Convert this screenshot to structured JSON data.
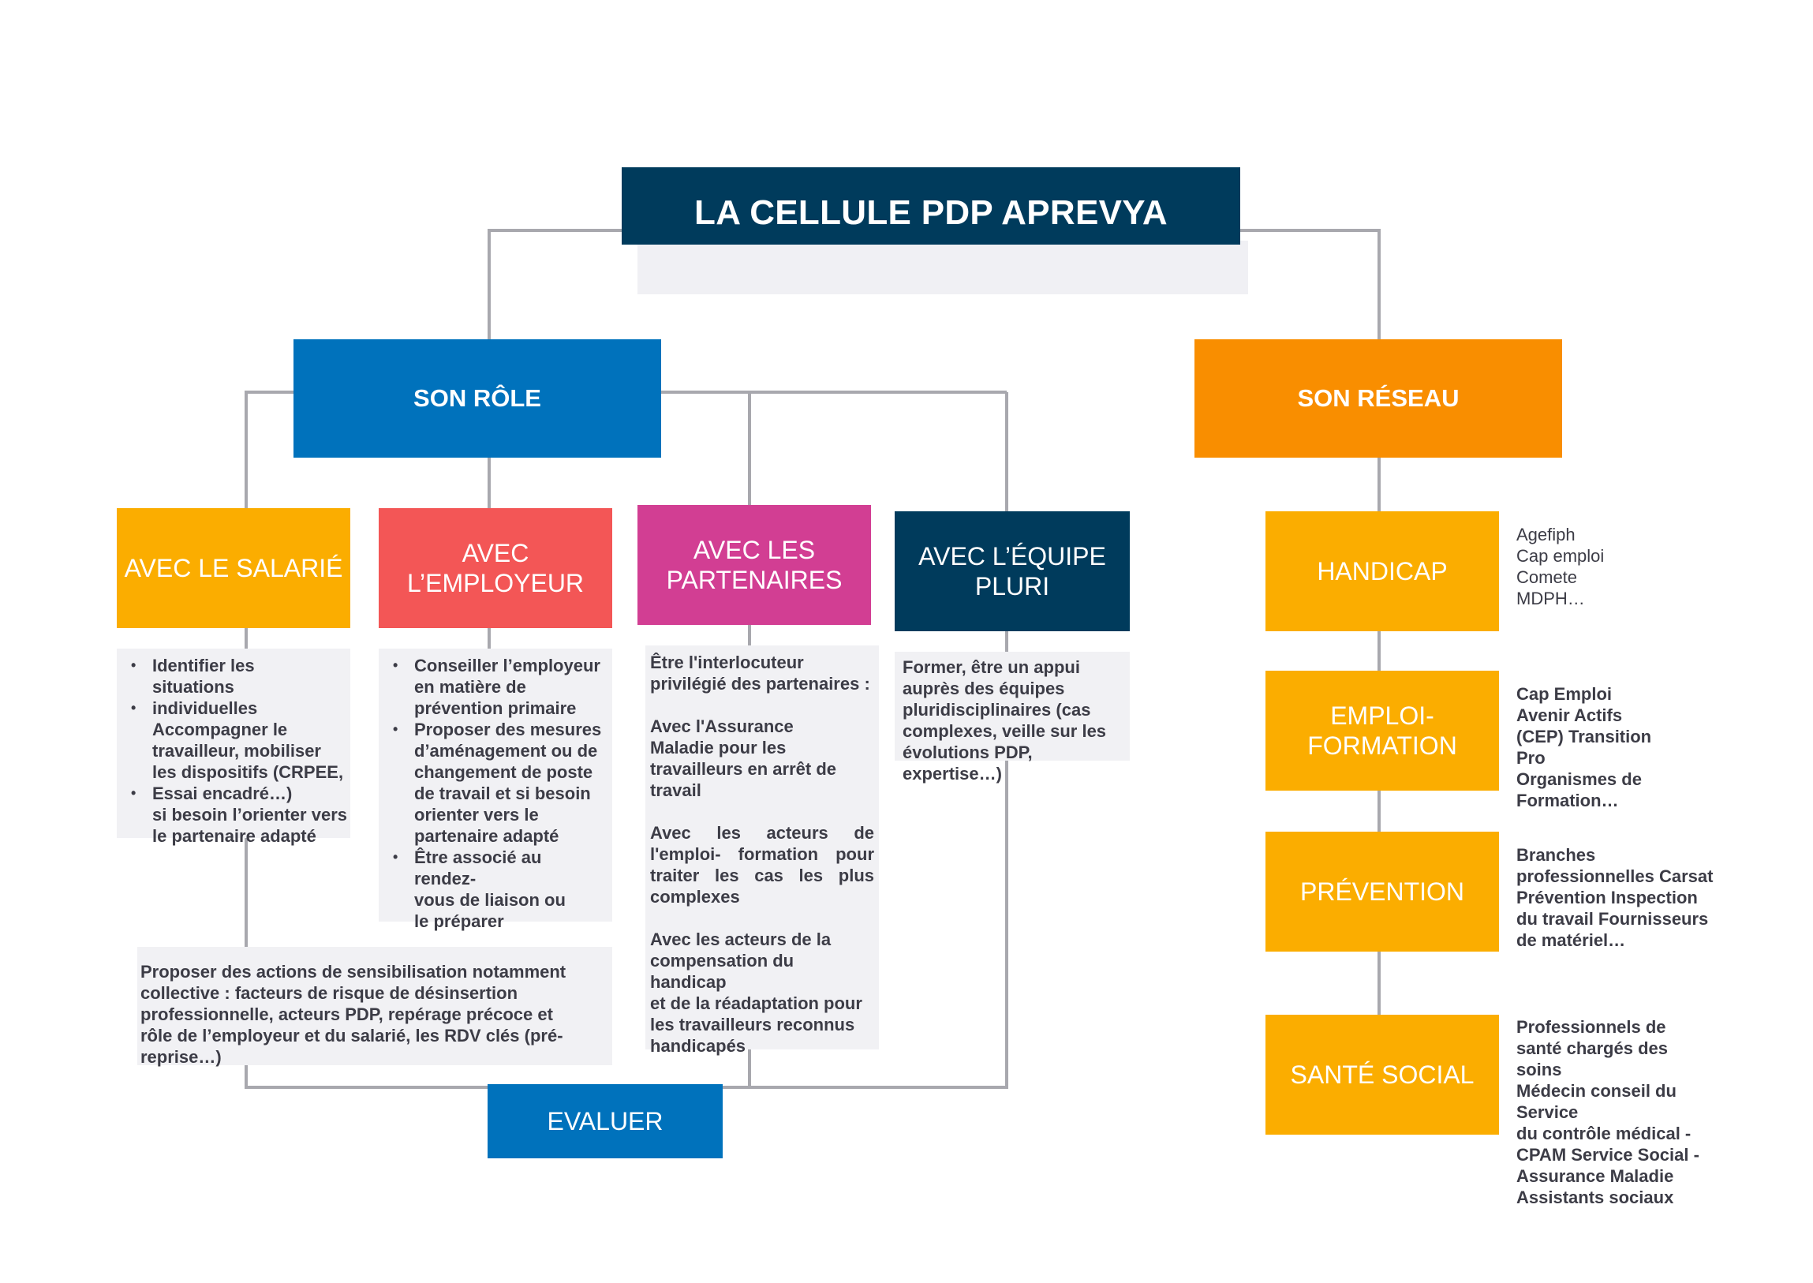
{
  "title": "LA CELLULE PDP APREVYA",
  "role": {
    "label": "SON RÔLE",
    "categories": [
      {
        "label_lines": [
          "AVEC LE SALARIÉ"
        ],
        "items": [
          [
            "Identifier les",
            "situations"
          ],
          [
            "individuelles",
            "Accompagner le",
            "travailleur, mobiliser",
            "les dispositifs (CRPEE,"
          ],
          [
            "Essai encadré…)",
            "si besoin l’orienter vers",
            "le partenaire adapté"
          ]
        ]
      },
      {
        "label_lines": [
          "AVEC",
          "L’EMPLOYEUR"
        ],
        "items": [
          [
            "Conseiller l’employeur",
            "en matière de",
            "prévention primaire"
          ],
          [
            "Proposer des mesures",
            "d’aménagement ou de",
            "changement de poste",
            "de travail et si besoin",
            "orienter vers le",
            "partenaire adapté"
          ],
          [
            "Être associé au",
            "rendez-",
            "vous de liaison ou",
            "le préparer"
          ]
        ]
      },
      {
        "label_lines": [
          "AVEC LES",
          "PARTENAIRES"
        ],
        "paragraphs": [
          [
            "Être l'interlocuteur",
            "privilégié des partenaires :"
          ],
          [
            "Avec l'Assurance",
            "Maladie pour les",
            "travailleurs en arrêt de",
            "travail"
          ],
          [
            "Avec les acteurs de",
            "l'emploi- formation pour",
            "traiter les cas les plus",
            "complexes"
          ],
          [
            "Avec les acteurs de la",
            "compensation du handicap",
            "et de la réadaptation pour",
            "les travailleurs reconnus",
            "handicapés"
          ]
        ]
      },
      {
        "label_lines": [
          "AVEC L’ÉQUIPE",
          "PLURI"
        ],
        "text_lines": [
          "Former, être un appui",
          "auprès des équipes",
          "pluridisciplinaires (cas",
          "complexes, veille sur les",
          "évolutions PDP,",
          "expertise…)"
        ]
      }
    ],
    "sensibilisation_lines": [
      "Proposer des actions de sensibilisation notamment",
      "collective : facteurs de risque de désinsertion",
      "professionnelle, acteurs PDP, repérage précoce et",
      "rôle de l’employeur et du salarié, les RDV clés (pré-",
      "reprise…)"
    ],
    "evaluer": "EVALUER"
  },
  "network": {
    "label": "SON RÉSEAU",
    "items": [
      {
        "label_lines": [
          "HANDICAP"
        ],
        "bold": false,
        "lines": [
          "Agefiph",
          "Cap emploi",
          "Comete",
          "MDPH…"
        ]
      },
      {
        "label_lines": [
          "EMPLOI-",
          "FORMATION"
        ],
        "bold": true,
        "lines": [
          "Cap Emploi",
          "Avenir Actifs",
          "(CEP) Transition",
          "Pro",
          "Organismes de",
          "Formation…"
        ]
      },
      {
        "label_lines": [
          "PRÉVENTION"
        ],
        "bold": true,
        "lines": [
          "Branches",
          "professionnelles Carsat",
          "Prévention Inspection",
          "du travail Fournisseurs",
          "de matériel…"
        ]
      },
      {
        "label_lines": [
          "SANTÉ SOCIAL"
        ],
        "bold": true,
        "lines": [
          "Professionnels de",
          "santé chargés des",
          "soins",
          "Médecin conseil du",
          "Service",
          "du contrôle médical -",
          "CPAM Service Social -",
          "Assurance Maladie",
          "Assistants sociaux"
        ]
      }
    ]
  },
  "colors": {
    "title": "#003b5c",
    "role": "#0072bc",
    "network": "#f98e00",
    "salarie": "#fbad00",
    "employeur": "#f35656",
    "partenaires": "#d23e93",
    "equipe": "#003b5c",
    "network_item": "#fbad00",
    "evaluer": "#0072bc",
    "connector": "#a8a8ae"
  }
}
